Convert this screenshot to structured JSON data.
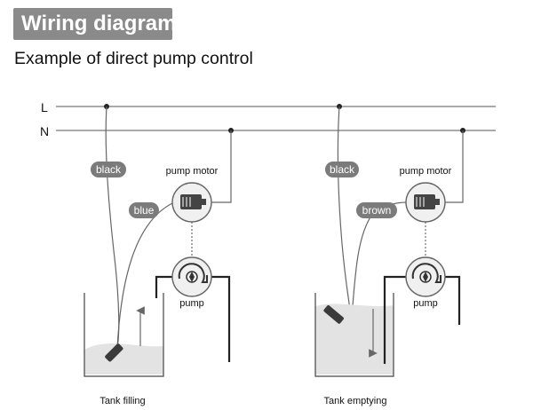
{
  "header": {
    "title": "Wiring diagram",
    "subtitle": "Example of direct pump control"
  },
  "lines": {
    "live": "L",
    "neutral": "N"
  },
  "left_panel": {
    "wire_black": "black",
    "wire_second": "blue",
    "motor_label": "pump motor",
    "pump_label": "pump",
    "caption": "Tank filling"
  },
  "right_panel": {
    "wire_black": "black",
    "wire_second": "brown",
    "motor_label": "pump motor",
    "pump_label": "pump",
    "caption": "Tank emptying"
  },
  "colors": {
    "title_bg": "#8a8a8a",
    "pill_bg": "#7b7b7b",
    "water": "#e3e3e3",
    "wire": "#555555"
  }
}
